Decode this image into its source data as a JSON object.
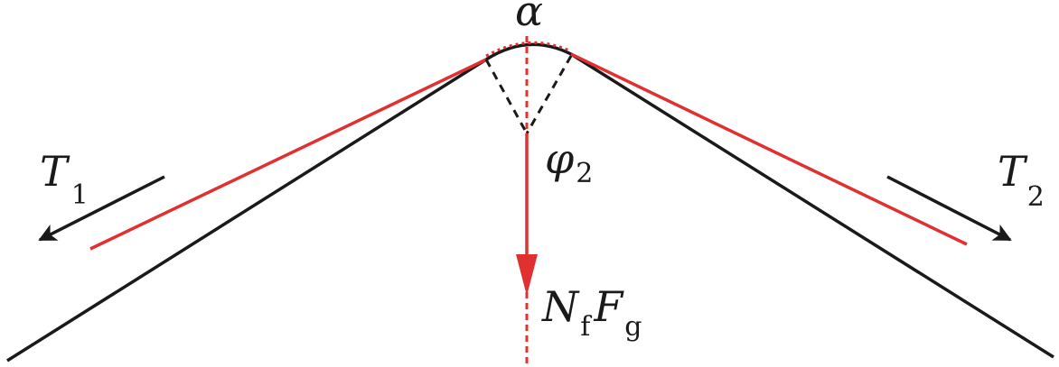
{
  "labels": {
    "alpha": "α",
    "phi_main": "φ",
    "phi_sub": "2",
    "t1_main": "T",
    "t1_sub": "1",
    "t2_main": "T",
    "t2_sub": "2",
    "n_main": "N",
    "n_sub": "f",
    "f_main": "F",
    "f_sub": "g"
  },
  "colors": {
    "belt": "#1a1a1a",
    "force": "#e03030",
    "construction": "#1a1a1a"
  }
}
